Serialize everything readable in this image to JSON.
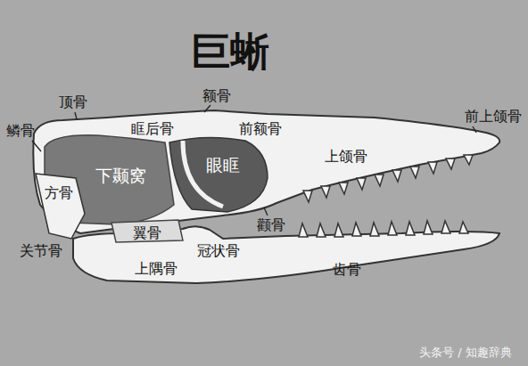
{
  "diagram": {
    "title": "巨蜥",
    "labels": [
      "顶骨",
      "额骨",
      "鳞骨",
      "眶后骨",
      "前额骨",
      "前上颌骨",
      "上颌骨",
      "下颞窝",
      "眼眶",
      "方骨",
      "颧骨",
      "翼骨",
      "关节骨",
      "冠状骨",
      "上隅骨",
      "齿骨",
      "头条号 / 知趣辞典"
    ]
  }
}
